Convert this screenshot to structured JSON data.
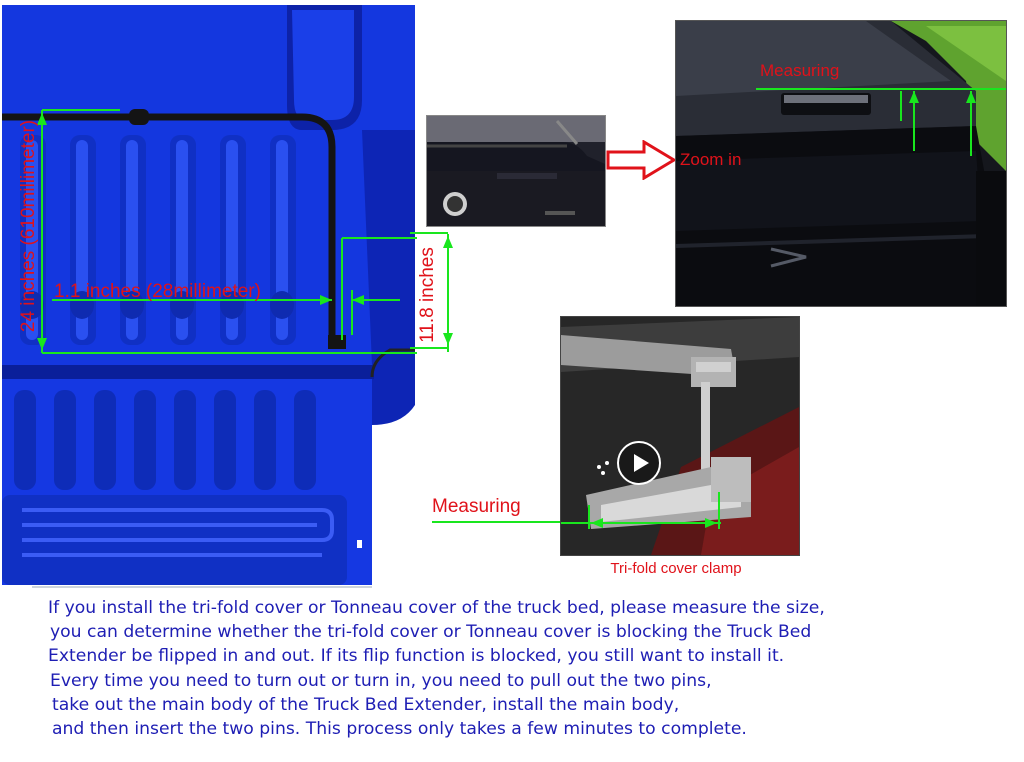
{
  "bed_diagram": {
    "label_width_24": "24 inches (610millimeter)",
    "label_gap": "1.1 inches (28millimeter)",
    "label_height": "11.8 inches"
  },
  "arrow": {
    "label": "Zoom in"
  },
  "zoom_photo": {
    "label": "Measuring"
  },
  "clamp_photo": {
    "label": "Measuring",
    "caption": "Tri-fold cover clamp"
  },
  "paragraph": {
    "lines": [
      "If you install the tri-fold cover or Tonneau cover of the truck bed, please measure the size,",
      "you can determine whether the tri-fold cover or Tonneau cover is blocking the Truck Bed",
      "Extender be flipped in and out. If its flip function is blocked, you still want to install it.",
      "Every time you need to turn out or turn in, you need to pull out the two pins,",
      "take out the main body of the Truck Bed Extender, install the main body,",
      "and then insert the two pins. This process only takes a few minutes to complete."
    ]
  },
  "colors": {
    "bed_blue": "#1438e0",
    "dimension_green": "#19e61e",
    "label_red": "#e0121a",
    "paragraph_blue": "#1e1eb4"
  }
}
